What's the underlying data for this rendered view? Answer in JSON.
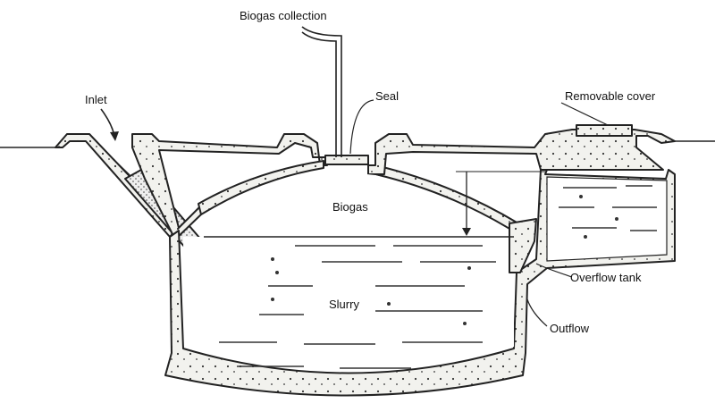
{
  "diagram": {
    "labels": {
      "biogas_collection": "Biogas collection",
      "seal": "Seal",
      "inlet": "Inlet",
      "removable_cover": "Removable cover",
      "biogas": "Biogas",
      "slurry": "Slurry",
      "overflow_tank": "Overflow tank",
      "outflow": "Outflow"
    }
  }
}
